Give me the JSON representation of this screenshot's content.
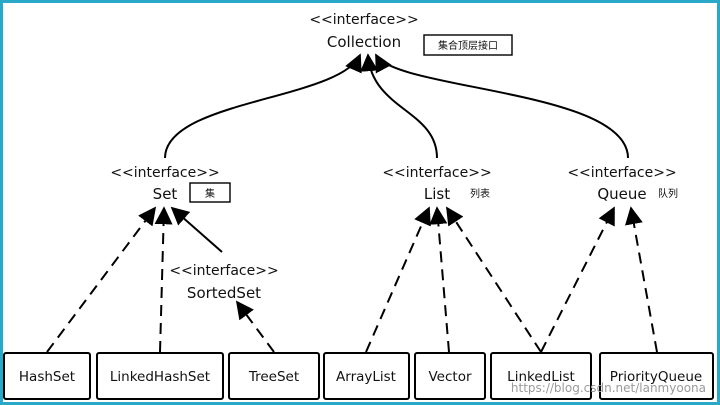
{
  "nodes": {
    "collection": {
      "stereotype": "<<interface>>",
      "name": "Collection",
      "note": "集合顶层接口"
    },
    "set": {
      "stereotype": "<<interface>>",
      "name": "Set",
      "note": "集"
    },
    "list": {
      "stereotype": "<<interface>>",
      "name": "List",
      "note": "列表"
    },
    "queue": {
      "stereotype": "<<interface>>",
      "name": "Queue",
      "note": "队列"
    },
    "sortedset": {
      "stereotype": "<<interface>>",
      "name": "SortedSet"
    }
  },
  "classes": {
    "hashset": "HashSet",
    "linkedhashset": "LinkedHashSet",
    "treeset": "TreeSet",
    "arraylist": "ArrayList",
    "vector": "Vector",
    "linkedlist": "LinkedList",
    "priorityqueue": "PriorityQueue"
  },
  "watermark": "https://blog.csdn.net/lanmyoona"
}
